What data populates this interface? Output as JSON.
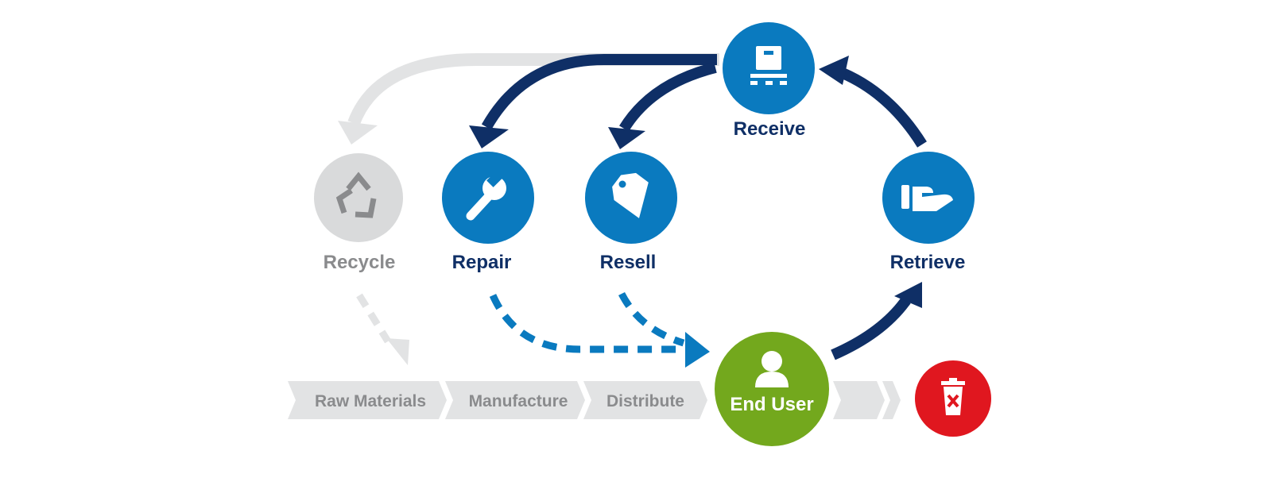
{
  "diagram": {
    "nodes": {
      "receive": {
        "label": "Receive",
        "icon": "pallet-box-icon"
      },
      "repair": {
        "label": "Repair",
        "icon": "wrench-icon"
      },
      "resell": {
        "label": "Resell",
        "icon": "price-tag-icon"
      },
      "retrieve": {
        "label": "Retrieve",
        "icon": "open-hand-icon"
      },
      "recycle": {
        "label": "Recycle",
        "icon": "recycle-icon"
      },
      "end_user": {
        "label": "End User",
        "icon": "user-icon"
      },
      "disposal": {
        "icon": "trash-can-x-icon"
      }
    },
    "linear_chain": [
      {
        "label": "Raw Materials"
      },
      {
        "label": "Manufacture"
      },
      {
        "label": "Distribute"
      }
    ],
    "colors": {
      "navy": "#0f2f66",
      "blue": "#0a7abf",
      "green": "#73a81d",
      "red": "#e0171f",
      "gray_node": "#d9dadb",
      "gray_light": "#e2e3e4",
      "gray_text": "#8a8b8d"
    }
  }
}
